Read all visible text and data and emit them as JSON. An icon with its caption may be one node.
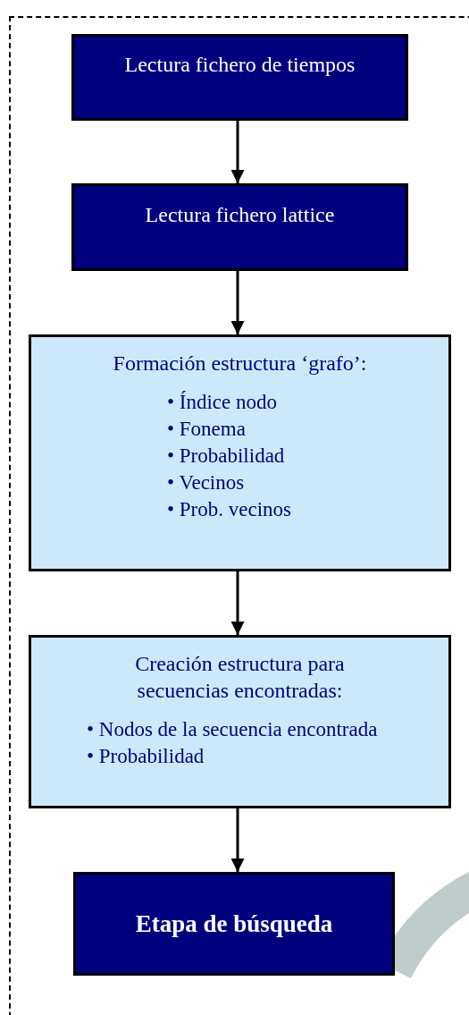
{
  "diagram": {
    "nodes": [
      {
        "text": [
          "Lectura fichero de tiempos"
        ]
      },
      {
        "text": [
          "Lectura fichero lattice"
        ]
      },
      {
        "text": [
          "Formación estructura ‘grafo’:",
          "• Índice nodo",
          "• Fonema",
          "• Probabilidad",
          "• Vecinos",
          "• Prob. vecinos"
        ]
      },
      {
        "text": [
          "Creación estructura para secuencias encontradas:",
          "• Nodos de la secuencia encontrada",
          "• Probabilidad"
        ]
      },
      {
        "text": [
          "Etapa de búsqueda"
        ]
      }
    ],
    "edges": [
      {
        "from": 0,
        "to": 1,
        "arrow": "to"
      },
      {
        "from": 1,
        "to": 2,
        "arrow": "to"
      },
      {
        "from": 2,
        "to": 3,
        "arrow": "to"
      },
      {
        "from": 3,
        "to": 4,
        "arrow": "to"
      },
      {
        "from": 4,
        "to": null,
        "arrow": "none",
        "style": "thick",
        "color": "#c0cccc"
      }
    ]
  }
}
